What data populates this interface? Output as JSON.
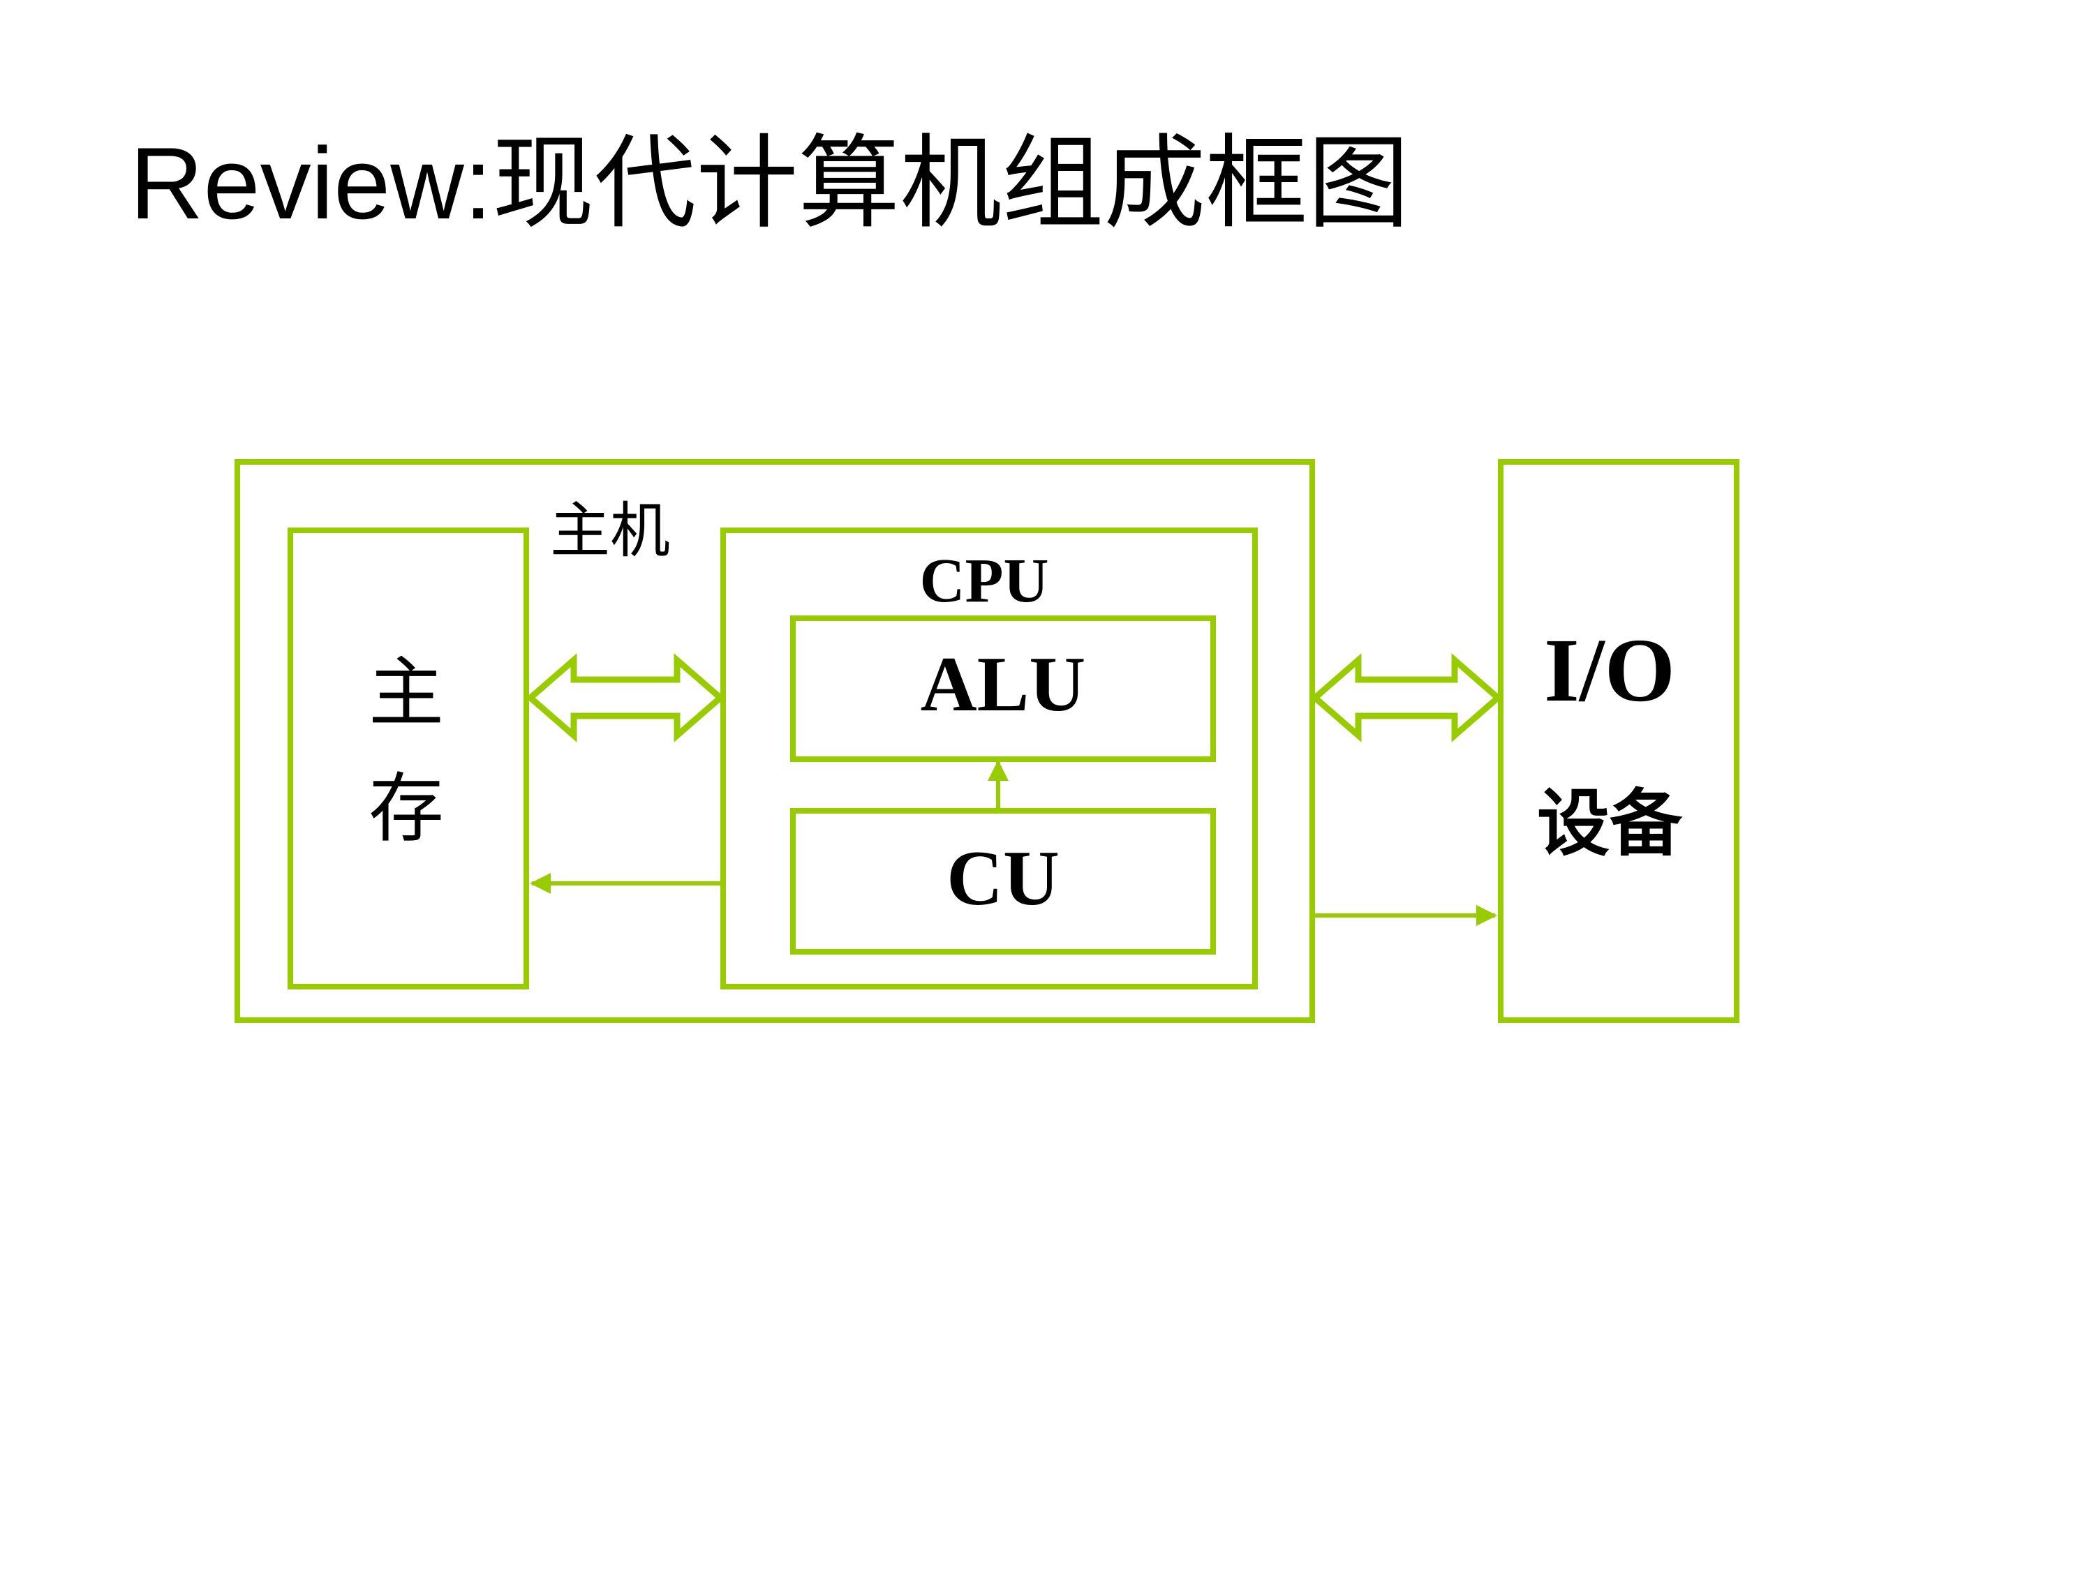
{
  "slide": {
    "title": "Review:现代计算机组成框图"
  },
  "diagram": {
    "colors": {
      "line": "#99CC00",
      "text": "#000000",
      "background": "#FFFFFF"
    },
    "host_label": "主机",
    "main_memory": {
      "char1": "主",
      "char2": "存"
    },
    "cpu": {
      "label": "CPU",
      "alu_label": "ALU",
      "cu_label": "CU"
    },
    "io_device": {
      "label": "I/O",
      "sublabel": "设备"
    }
  }
}
